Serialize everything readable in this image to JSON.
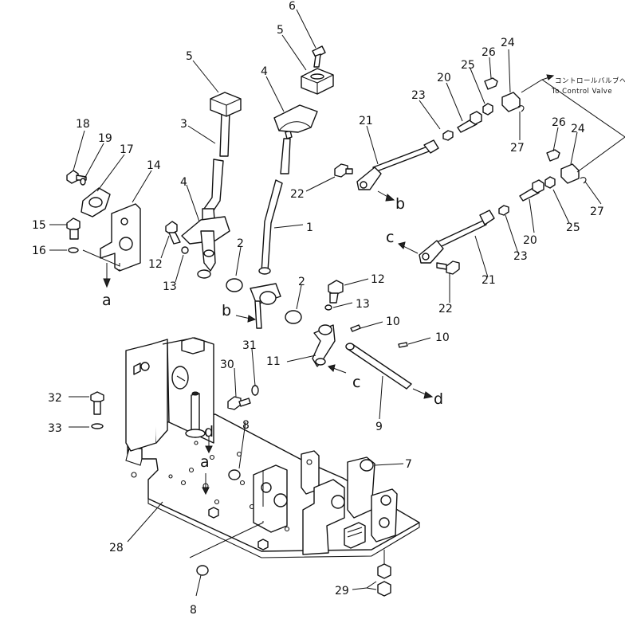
{
  "callouts": [
    {
      "id": "c6",
      "text": "6"
    },
    {
      "id": "c5a",
      "text": "5"
    },
    {
      "id": "c5b",
      "text": "5"
    },
    {
      "id": "c4a",
      "text": "4"
    },
    {
      "id": "c4b",
      "text": "4"
    },
    {
      "id": "c3",
      "text": "3"
    },
    {
      "id": "c1",
      "text": "1"
    },
    {
      "id": "c2a",
      "text": "2"
    },
    {
      "id": "c2b",
      "text": "2"
    },
    {
      "id": "c18",
      "text": "18"
    },
    {
      "id": "c19",
      "text": "19"
    },
    {
      "id": "c17",
      "text": "17"
    },
    {
      "id": "c14",
      "text": "14"
    },
    {
      "id": "c15",
      "text": "15"
    },
    {
      "id": "c16",
      "text": "16"
    },
    {
      "id": "c12a",
      "text": "12"
    },
    {
      "id": "c13a",
      "text": "13"
    },
    {
      "id": "c12b",
      "text": "12"
    },
    {
      "id": "c13b",
      "text": "13"
    },
    {
      "id": "c10a",
      "text": "10"
    },
    {
      "id": "c10b",
      "text": "10"
    },
    {
      "id": "c11",
      "text": "11"
    },
    {
      "id": "c9",
      "text": "9"
    },
    {
      "id": "c21a",
      "text": "21"
    },
    {
      "id": "c22a",
      "text": "22"
    },
    {
      "id": "c23a",
      "text": "23"
    },
    {
      "id": "c20a",
      "text": "20"
    },
    {
      "id": "c25a",
      "text": "25"
    },
    {
      "id": "c26a",
      "text": "26"
    },
    {
      "id": "c24a",
      "text": "24"
    },
    {
      "id": "c27a",
      "text": "27"
    },
    {
      "id": "c26b",
      "text": "26"
    },
    {
      "id": "c24b",
      "text": "24"
    },
    {
      "id": "c27b",
      "text": "27"
    },
    {
      "id": "c20b",
      "text": "20"
    },
    {
      "id": "c25b",
      "text": "25"
    },
    {
      "id": "c23b",
      "text": "23"
    },
    {
      "id": "c21b",
      "text": "21"
    },
    {
      "id": "c22b",
      "text": "22"
    },
    {
      "id": "c31",
      "text": "31"
    },
    {
      "id": "c30",
      "text": "30"
    },
    {
      "id": "c32",
      "text": "32"
    },
    {
      "id": "c33",
      "text": "33"
    },
    {
      "id": "c8a",
      "text": "8"
    },
    {
      "id": "c8b",
      "text": "8"
    },
    {
      "id": "c7",
      "text": "7"
    },
    {
      "id": "c28",
      "text": "28"
    },
    {
      "id": "c29",
      "text": "29"
    }
  ],
  "letters": [
    {
      "id": "la_top",
      "text": "a"
    },
    {
      "id": "la_bot",
      "text": "a"
    },
    {
      "id": "lb_left",
      "text": "b"
    },
    {
      "id": "lb_right",
      "text": "b"
    },
    {
      "id": "lc_left",
      "text": "c"
    },
    {
      "id": "lc_right",
      "text": "c"
    },
    {
      "id": "ld_right",
      "text": "d"
    },
    {
      "id": "ld_left",
      "text": "d"
    }
  ],
  "note": {
    "jp": "コントロールバルブへ",
    "en": "To Control Valve"
  }
}
